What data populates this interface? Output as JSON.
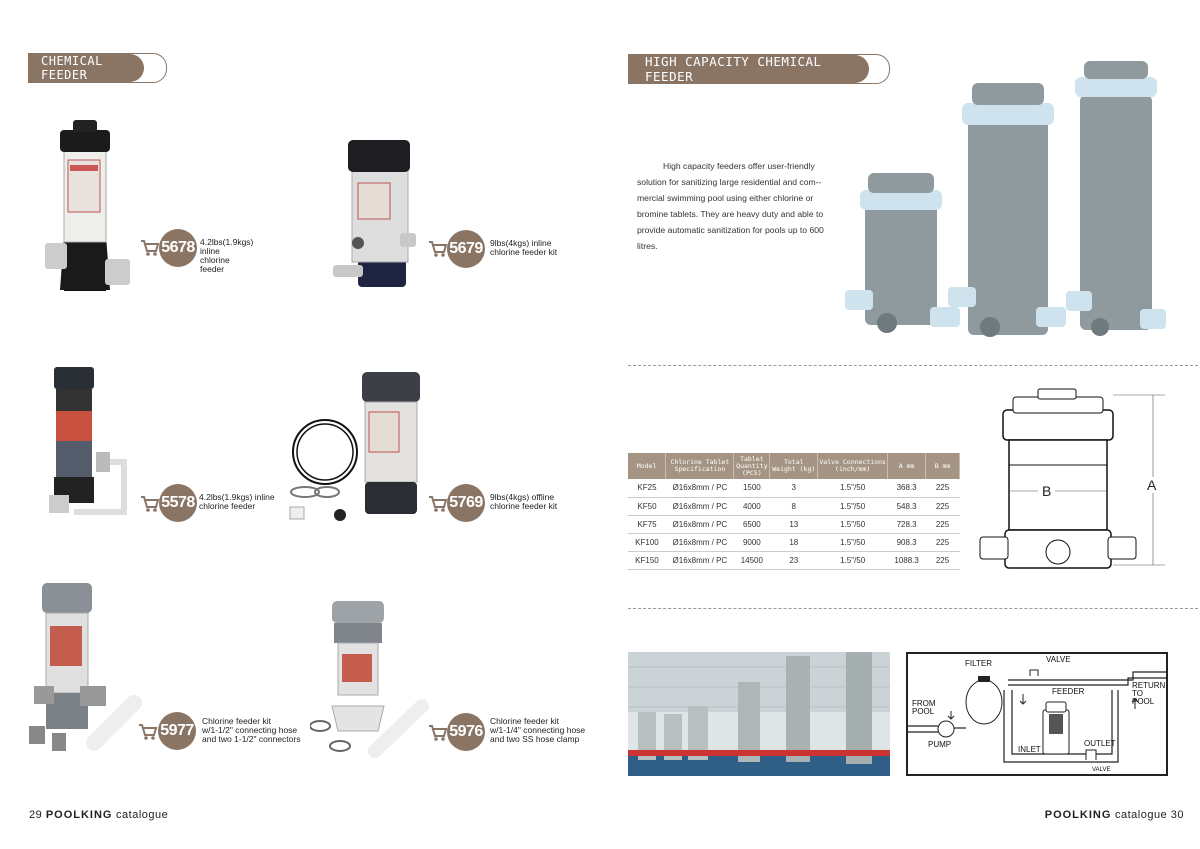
{
  "left_page": {
    "section_title": "CHEMICAL FEEDER",
    "products": [
      {
        "code": "5678",
        "desc": [
          "4.2lbs(1.9kgs) inline",
          "chlorine feeder"
        ]
      },
      {
        "code": "5679",
        "desc": [
          "9lbs(4kgs) inline",
          "chlorine feeder kit"
        ]
      },
      {
        "code": "5578",
        "desc": [
          "4.2lbs(1.9kgs) inline",
          "chlorine feeder"
        ]
      },
      {
        "code": "5769",
        "desc": [
          "9lbs(4kgs) offline",
          "chlorine feeder kit"
        ]
      },
      {
        "code": "5977",
        "desc": [
          "Chlorine feeder kit",
          "w/1-1/2\" connecting hose",
          "and two 1-1/2\" connectors"
        ]
      },
      {
        "code": "5976",
        "desc": [
          "Chlorine feeder kit",
          "w/1-1/4\" connecting hose",
          "and two SS hose clamp"
        ]
      }
    ],
    "footer": {
      "page": "29",
      "brand": "POOLKING",
      "word": "catalogue"
    }
  },
  "right_page": {
    "section_title": "HIGH CAPACITY CHEMICAL FEEDER",
    "intro": "High capacity feeders offer user-friendly solution for sanitizing large residential and com--mercial swimming pool using either chlorine or bromine tablets. They are heavy duty and able to provide automatic sanitization for pools up to 600 litres.",
    "table": {
      "headers": [
        "Model",
        "Chlorine Tablet Specification",
        "Tablet Quantity (PCS)",
        "Total Weight (kg)",
        "Valve Connections (inch/mm)",
        "A mm",
        "B mm"
      ],
      "rows": [
        [
          "KF25",
          "Ø16x8mm / PC",
          "1500",
          "3",
          "1.5\"/50",
          "368.3",
          "225"
        ],
        [
          "KF50",
          "Ø16x8mm / PC",
          "4000",
          "8",
          "1.5\"/50",
          "548.3",
          "225"
        ],
        [
          "KF75",
          "Ø16x8mm / PC",
          "6500",
          "13",
          "1.5\"/50",
          "728.3",
          "225"
        ],
        [
          "KF100",
          "Ø16x8mm / PC",
          "9000",
          "18",
          "1.5\"/50",
          "908.3",
          "225"
        ],
        [
          "KF150",
          "Ø16x8mm / PC",
          "14500",
          "23",
          "1.5\"/50",
          "1088.3",
          "225"
        ]
      ]
    },
    "dimension_labels": {
      "a": "A",
      "b": "B"
    },
    "diagram_labels": {
      "filter": "FILTER",
      "valve_top": "VALVE",
      "feeder": "FEEDER",
      "return_1": "RETURN",
      "return_2": "TO POOL",
      "from_1": "FROM",
      "from_2": "POOL",
      "pump": "PUMP",
      "inlet": "INLET",
      "outlet": "OUTLET",
      "valve_bottom": "VALVE"
    },
    "footer": {
      "brand": "POOLKING",
      "word": "catalogue",
      "page": "30"
    }
  },
  "colors": {
    "accent": "#8a7565",
    "table_header": "#a59484",
    "feeder_body": "#8f9a9e",
    "feeder_cap": "#cfe3ee"
  }
}
